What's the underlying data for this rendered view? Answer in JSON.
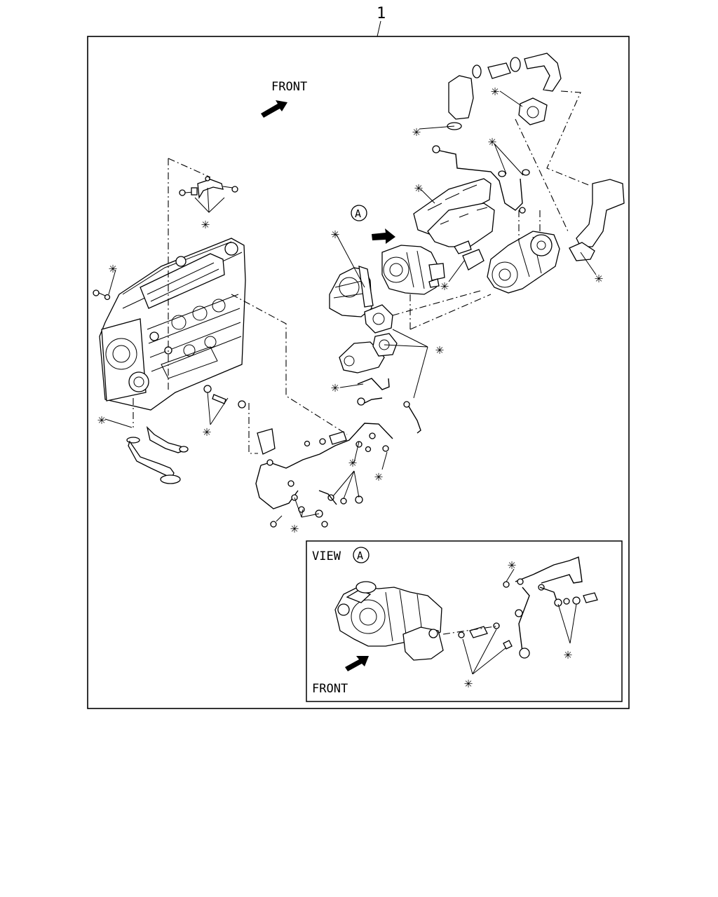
{
  "diagram": {
    "callout_number": "1",
    "main_front_label": "FRONT",
    "view_marker": "A",
    "inset_title": "VIEW",
    "inset_front_label": "FRONT",
    "asterisk": "✳"
  },
  "colors": {
    "line": "#000000",
    "background": "#ffffff"
  }
}
